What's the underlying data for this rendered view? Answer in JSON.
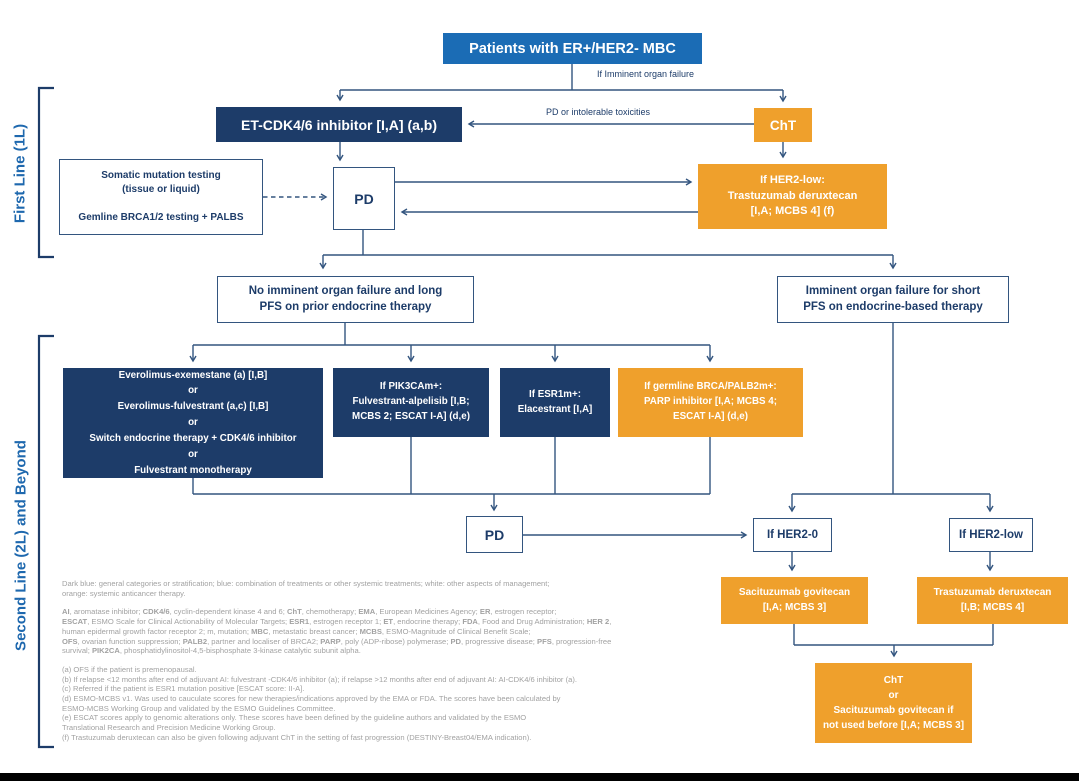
{
  "colors": {
    "navy": "#1d3c69",
    "blue": "#1b6cb5",
    "orange": "#efa02c",
    "line": "#33557f",
    "label_blue": "#1e68ae",
    "footnote_gray": "#a2a2a2"
  },
  "sections": {
    "first_line": "First Line (1L)",
    "second_line": "Second Line (2L) and Beyond"
  },
  "edge_labels": {
    "imminent_failure": "If Imminent organ failure",
    "pd_toxicities": "PD or intolerable toxicities"
  },
  "nodes": {
    "patients": "Patients with ER+/HER2- MBC",
    "et_cdk46": "ET-CDK4/6 inhibitor [I,A] (a,b)",
    "cht": "ChT",
    "somatic": "Somatic mutation testing\n(tissue or liquid)\n\nGemline BRCA1/2 testing + PALBS",
    "pd1": "PD",
    "tdx_1l": "If HER2-low:\nTrastuzumab deruxtecan\n[I,A; MCBS 4] (f)",
    "no_imminent": "No imminent organ failure and long\nPFS on prior endocrine therapy",
    "imminent": "Imminent organ failure for short\nPFS on endocrine-based therapy",
    "everolimus": "Everolimus-exemestane (a) [I,B]\nor\nEverolimus-fulvestrant (a,c) [I,B]\nor\nSwitch endocrine therapy + CDK4/6 inhibitor\nor\nFulvestrant monotherapy",
    "pik3ca": "If PIK3CAm+:\nFulvestrant-alpelisib [I,B;\nMCBS 2; ESCAT I-A] (d,e)",
    "esr1": "If ESR1m+:\nElacestrant [I,A]",
    "parp": "If germline BRCA/PALB2m+:\nPARP inhibitor [I,A; MCBS 4;\nESCAT I-A] (d,e)",
    "pd2": "PD",
    "her2_0": "If HER2-0",
    "her2_low": "If HER2-low",
    "sacituzumab": "Sacituzumab govitecan\n[I,A; MCBS 3]",
    "tdx_2l": "Trastuzumab deruxtecan\n[I,B; MCBS 4]",
    "cht_or_saci": "ChT\nor\nSacituzumab govitecan if\nnot used before [I,A; MCBS 3]"
  },
  "footnotes": {
    "legend": [
      "Dark blue: general categories or stratification; blue: combination of treatments or other systemic treatments; white: other aspects of management;",
      "orange: systemic anticancer therapy."
    ],
    "abbrev": [
      "**AI**, aromatase inhibitor; **CDK4/6**, cyclin-dependent kinase 4 and 6; **ChT**, chemotherapy; **EMA**, European Medicines Agency; **ER**, estrogen receptor;",
      "**ESCAT**, ESMO Scale for Clinical Actionability of Molecular Targets; **ESR1**, estrogen receptor 1; **ET**, endocrine therapy; **FDA**, Food and Drug Administration; **HER 2**,",
      "human epidermal growth factor receptor 2; m, mutation; **MBC**, metastatic breast cancer; **MCBS**, ESMO-Magnitude of Clinical Benefit Scale;",
      "**OFS**, ovarian function suppression; **PALB2**, partner and localiser of BRCA2; **PARP**, poly (ADP-ribose) polymerase; **PD**, progressive disease;  **PFS**, progression-free",
      "survival; **PIK2CA**, phosphatidylinositol-4,5-bisphosphate 3-kinase catalytic subunit alpha."
    ],
    "notes": [
      "(a) OFS if the patient is premenopausal.",
      "(b) If relapse <12 months after end of adjuvant AI: fulvestrant -CDK4/6 inhibitor (a); if relapse >12 months after end of adjuvant AI: AI-CDK4/6 inhibitor (a).",
      "(c) Referred if the patient is ESR1 mutation positive [ESCAT score: II-A].",
      "(d) ESMO-MCBS v1. Was used to cauculate scores for new therapies/indications approved by the EMA or FDA. The scores have been calculated by",
      "ESMO-MCBS Working Group and validated by the ESMO Guidelines Committee.",
      "(e) ESCAT scores apply to genomic alterations only. These scores have been defined by the guideline authors and validated by the ESMO",
      "Translational Research and Precision Medicine Working Group.",
      "(f) Trastuzumab deruxtecan can also be given following adjuvant ChT in the setting of fast progression (DESTINY-Breast04/EMA indication)."
    ]
  }
}
